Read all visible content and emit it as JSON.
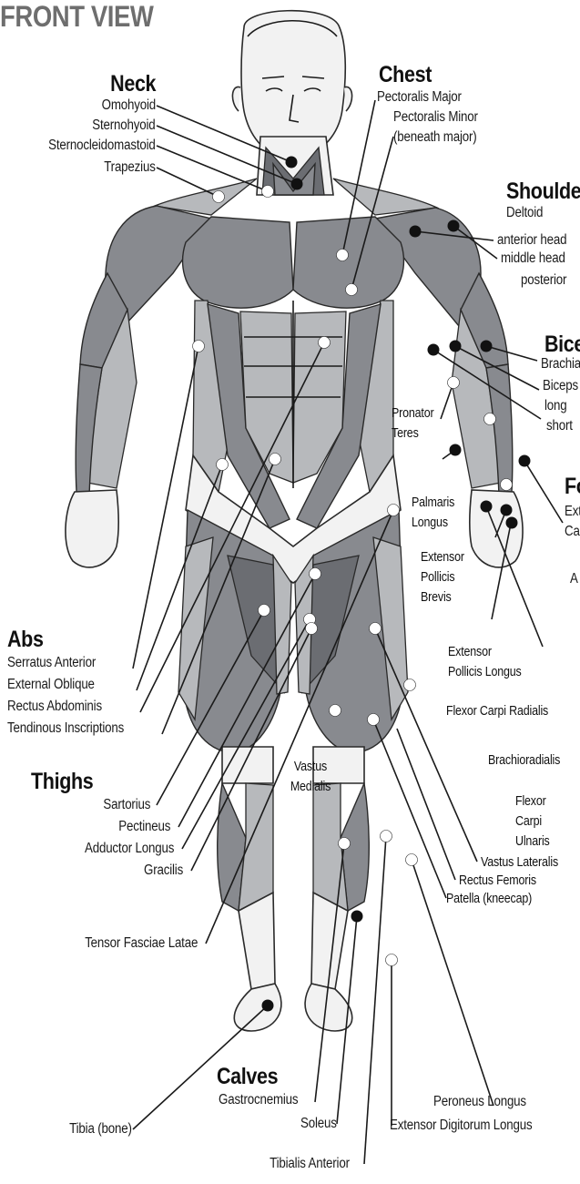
{
  "title": "FRONT VIEW",
  "colors": {
    "muscle": "#888a8f",
    "muscle_light": "#b7b9bc",
    "muscle_dark": "#6b6d72",
    "skin": "#f2f2f2",
    "outline": "#2a2a2a",
    "leader": "#1a1a1a",
    "dot_black": "#111111",
    "dot_white": "#ffffff",
    "title_gray": "#6e6e6e"
  },
  "groups": {
    "neck": "Neck",
    "chest": "Chest",
    "shoulders": "Shoulders",
    "biceps": "Biceps",
    "forearms": "Forearms",
    "abs": "Abs",
    "thighs": "Thighs",
    "calves": "Calves"
  },
  "labels": {
    "omohyoid": "Omohyoid",
    "sternohyoid": "Sternohyoid",
    "sternocleidomastoid": "Sternocleidomastoid",
    "trapezius": "Trapezius",
    "pectoralis_major": "Pectoralis Major",
    "pectoralis_minor": "Pectoralis Minor",
    "beneath_major": "(beneath major)",
    "deltoid": "Deltoid",
    "anterior_head": "anterior head",
    "middle_head": "middle head",
    "posterior": "posterior",
    "brachialis": "Brachialis",
    "biceps_brachii": "Biceps",
    "long_head": "long",
    "short_head": "short",
    "extensor_carpi": "Extensor",
    "carpi": "Carpi",
    "a_frag": "A",
    "pronator": "Pronator",
    "teres": "Teres",
    "palmaris": "Palmaris",
    "longus": "Longus",
    "ext_pollicis_1": "Extensor",
    "ext_pollicis_2": "Pollicis",
    "ext_pollicis_3": "Brevis",
    "ext_pollicis_longus_1": "Extensor",
    "ext_pollicis_longus_2": "Pollicis Longus",
    "flexor_carpi_radialis": "Flexor Carpi Radialis",
    "brachioradialis": "Brachioradialis",
    "fcu_1": "Flexor",
    "fcu_2": "Carpi",
    "fcu_3": "Ulnaris",
    "serratus_anterior": "Serratus Anterior",
    "external_oblique": "External Oblique",
    "rectus_abdominis": "Rectus Abdominis",
    "tendinous_inscriptions": "Tendinous Inscriptions",
    "sartorius": "Sartorius",
    "pectineus": "Pectineus",
    "adductor_longus": "Adductor Longus",
    "gracilis": "Gracilis",
    "tensor_fasciae_latae": "Tensor Fasciae Latae",
    "vastus_medialis_1": "Vastus",
    "vastus_medialis_2": "Medialis",
    "vastus_lateralis": "Vastus Lateralis",
    "rectus_femoris": "Rectus Femoris",
    "patella": "Patella (kneecap)",
    "tibia": "Tibia (bone)",
    "gastrocnemius": "Gastrocnemius",
    "soleus": "Soleus",
    "tibialis_anterior": "Tibialis Anterior",
    "peroneus_longus": "Peroneus Longus",
    "extensor_digitorum_longus": "Extensor Digitorum Longus"
  }
}
